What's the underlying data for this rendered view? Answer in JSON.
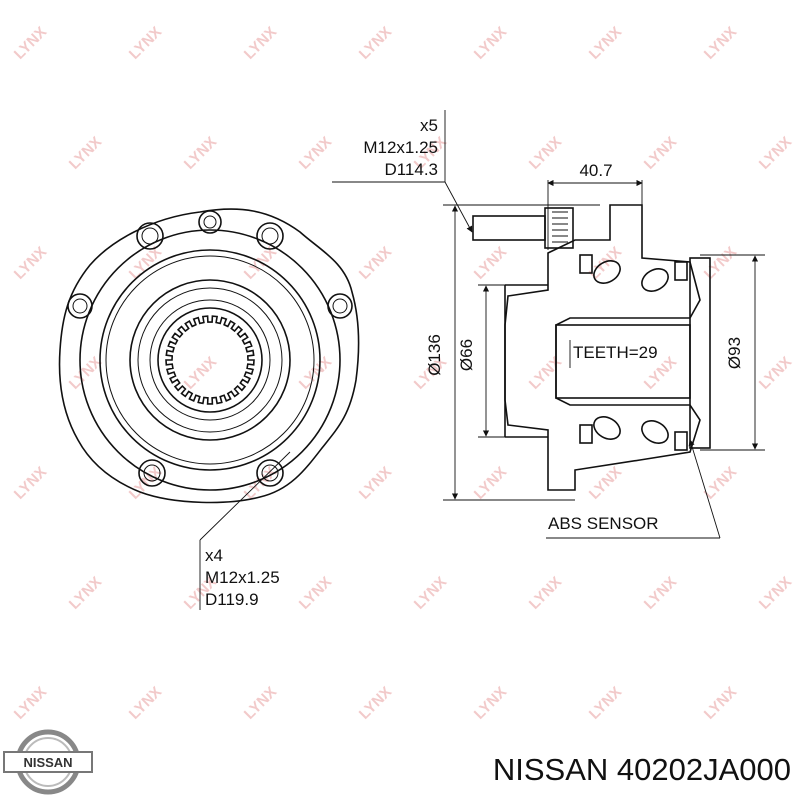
{
  "labels": {
    "bolts_top_count": "x5",
    "bolts_top_thread": "M12x1.25",
    "bolts_top_pcd": "D114.3",
    "flange_offset": "40.7",
    "dia_outer": "Ø136",
    "dia_bore": "Ø66",
    "dia_bearing": "Ø93",
    "teeth": "TEETH=29",
    "abs_sensor": "ABS SENSOR",
    "holes_bottom_count": "x4",
    "holes_bottom_thread": "M12x1.25",
    "holes_bottom_pcd": "D119.9"
  },
  "watermark": "LYNX",
  "brand": {
    "logo_text": "NISSAN",
    "part_caption": "NISSAN 40202JA000"
  }
}
